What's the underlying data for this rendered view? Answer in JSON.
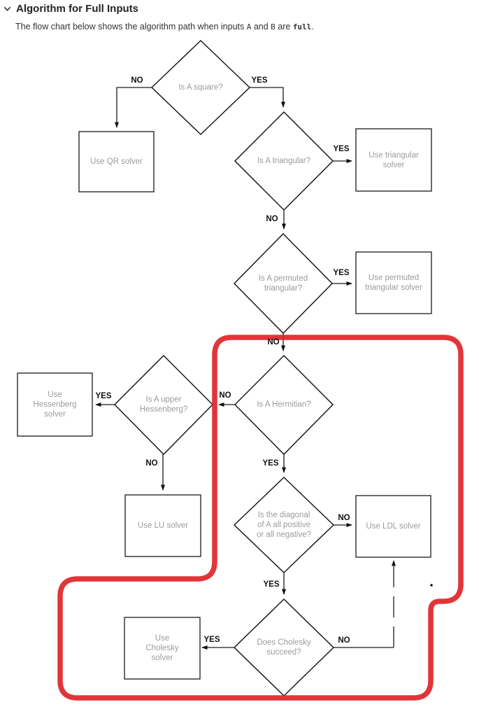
{
  "header": {
    "title": "Algorithm for Full Inputs"
  },
  "intro": {
    "part1": "The flow chart below shows the algorithm path when inputs ",
    "code_a": "A",
    "part2": " and ",
    "code_b": "B",
    "part3": " are ",
    "code_full": "full",
    "part4": "."
  },
  "decisions": {
    "square": "Is A square?",
    "triangular": "Is A triangular?",
    "permuted": "Is A permuted\ntriangular?",
    "hessenberg": "Is A upper\nHessenberg?",
    "hermitian": "Is A Hermitian?",
    "diagonal": "Is the diagonal\nof A all positive\nor all negative?",
    "cholesky": "Does Cholesky\nsucceed?"
  },
  "actions": {
    "qr": "Use QR solver",
    "triangular": "Use triangular\nsolver",
    "permuted": "Use permuted\ntriangular solver",
    "hessenberg": "Use\nHessenberg\nsolver",
    "lu": "Use LU solver",
    "ldl": "Use LDL solver",
    "cholesky": "Use\nCholesky\nsolver"
  },
  "edge_labels": {
    "square_no": "NO",
    "square_yes": "YES",
    "triangular_yes": "YES",
    "triangular_no": "NO",
    "permuted_yes": "YES",
    "permuted_no": "NO",
    "hermitian_no": "NO",
    "hermitian_yes": "YES",
    "hessenberg_yes": "YES",
    "hessenberg_no": "NO",
    "diagonal_no": "NO",
    "diagonal_yes": "YES",
    "cholesky_yes": "YES",
    "cholesky_no": "NO"
  },
  "colors": {
    "annotation_red": "#e02428",
    "node_text": "#9b9b9b",
    "line": "#1a1a1a",
    "edge_label_text": "#111111"
  }
}
